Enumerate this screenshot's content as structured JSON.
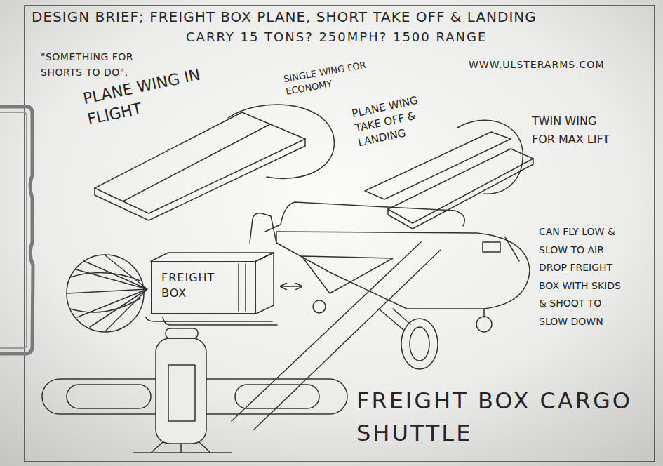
{
  "diagram": {
    "title": "DESIGN BRIEF; FREIGHT BOX PLANE, SHORT TAKE OFF & LANDING",
    "caption": "FREIGHT BOX CARGO SHUTTLE",
    "nodes": [
      {
        "text": [
          "FREIGHT BOX"
        ]
      }
    ],
    "labels": [
      "CARRY 15 TONS? 250MPH? 1500 RANGE",
      "\"SOMETHING FOR SHORTS TO DO\".",
      "WWW.ULSTERARMS.COM",
      "PLANE WING IN FLIGHT",
      "SINGLE WING FOR ECONOMY",
      "PLANE WING TAKE OFF & LANDING",
      "TWIN WING FOR MAX LIFT",
      "CAN FLY LOW & SLOW TO AIR DROP FREIGHT BOX WITH SKIDS & SHOOT TO SLOW DOWN"
    ]
  }
}
